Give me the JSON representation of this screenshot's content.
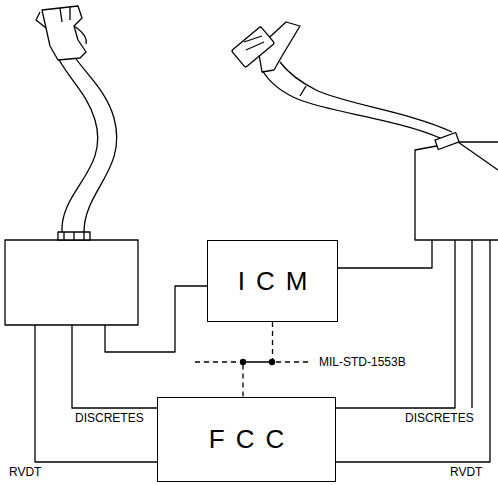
{
  "diagram": {
    "nodes": [
      {
        "text": [
          "ICM"
        ]
      },
      {
        "text": [
          "FCC"
        ]
      }
    ],
    "edges": [
      {
        "from": 0,
        "to": 1,
        "arrow": "none",
        "label": "MIL-STD-1553B"
      }
    ],
    "labels": [
      "DISCRETES",
      "DISCRETES",
      "RVDT",
      "RVDT"
    ]
  }
}
